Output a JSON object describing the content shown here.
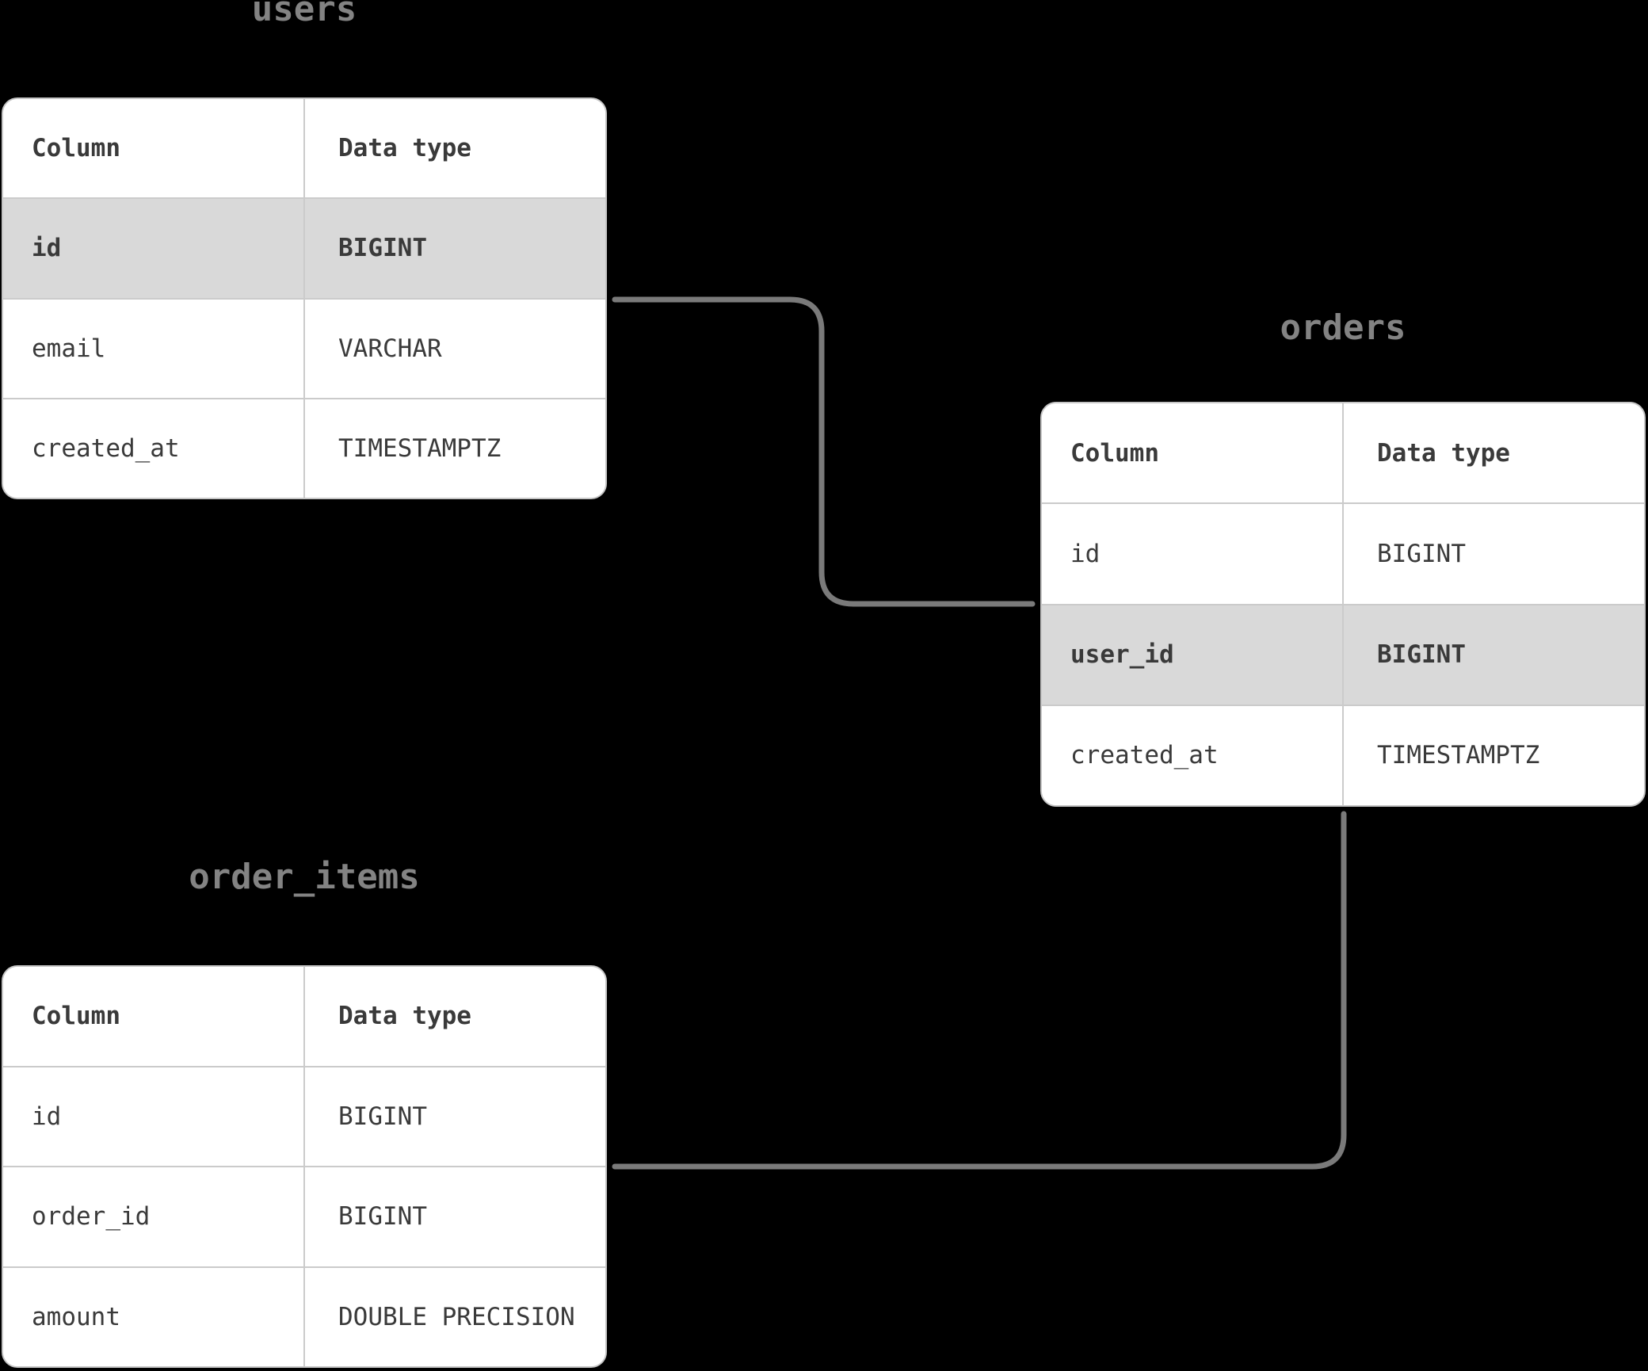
{
  "diagram": {
    "kind": "database-schema-diagram",
    "colors": {
      "background": "#000000",
      "card_bg": "#ffffff",
      "card_border": "#c6c6c6",
      "row_divider": "#cbcbcb",
      "highlight_bg": "#d9d9d9",
      "text": "#3a3a3a",
      "title": "#838383",
      "connector": "#7a7a7a"
    },
    "tables": [
      {
        "name": "users",
        "headers": {
          "column": "Column",
          "type": "Data type"
        },
        "rows": [
          {
            "column": "id",
            "type": "BIGINT",
            "highlighted": true
          },
          {
            "column": "email",
            "type": "VARCHAR",
            "highlighted": false
          },
          {
            "column": "created_at",
            "type": "TIMESTAMPTZ",
            "highlighted": false
          }
        ]
      },
      {
        "name": "orders",
        "headers": {
          "column": "Column",
          "type": "Data type"
        },
        "rows": [
          {
            "column": "id",
            "type": "BIGINT",
            "highlighted": false
          },
          {
            "column": "user_id",
            "type": "BIGINT",
            "highlighted": true
          },
          {
            "column": "created_at",
            "type": "TIMESTAMPTZ",
            "highlighted": false
          }
        ]
      },
      {
        "name": "order_items",
        "headers": {
          "column": "Column",
          "type": "Data type"
        },
        "rows": [
          {
            "column": "id",
            "type": "BIGINT",
            "highlighted": false
          },
          {
            "column": "order_id",
            "type": "BIGINT",
            "highlighted": false
          },
          {
            "column": "amount",
            "type": "DOUBLE PRECISION",
            "highlighted": false
          }
        ]
      }
    ],
    "relationships": [
      {
        "from": "users.id",
        "to": "orders.user_id"
      },
      {
        "from": "orders",
        "to": "order_items.order_id"
      }
    ]
  }
}
